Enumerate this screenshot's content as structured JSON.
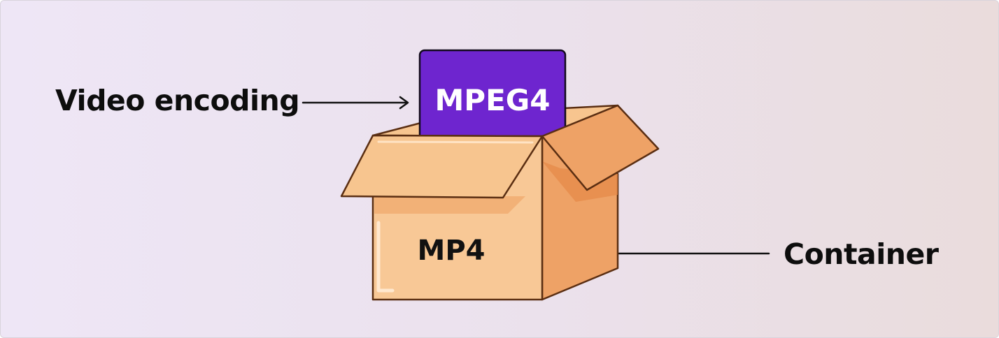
{
  "labels": {
    "video_encoding": "Video encoding",
    "container": "Container"
  },
  "card": {
    "text": "MPEG4",
    "color": "#6e25cf"
  },
  "box": {
    "text": "MP4",
    "colors": {
      "front": "#f8c896",
      "side": "#eea266",
      "outline": "#5a2e12"
    }
  },
  "icons": {
    "left_arrow": "arrow-right-icon",
    "right_arrow": "arrow-left-icon"
  }
}
